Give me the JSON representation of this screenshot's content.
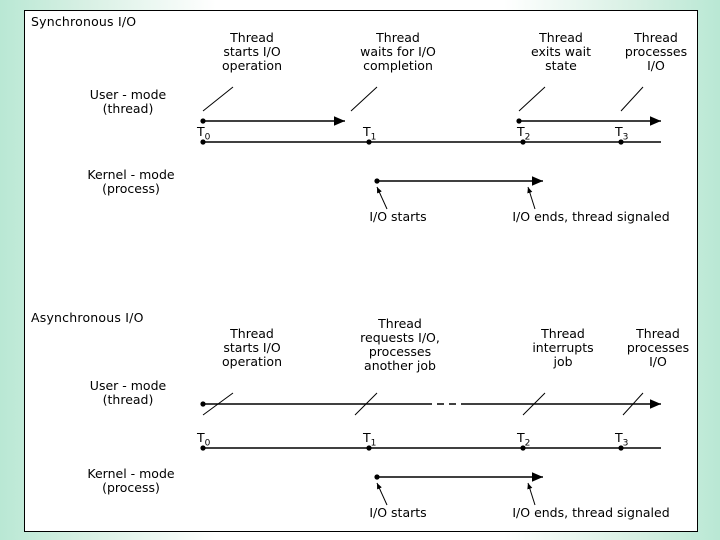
{
  "slide": {
    "sections": [
      {
        "id": "sync",
        "title": "Synchronous I/O",
        "user_mode_label": "User - mode\n(thread)",
        "kernel_mode_label": "Kernel - mode\n(process)",
        "annotations": [
          "Thread\nstarts I/O\noperation",
          "Thread\nwaits for I/O\ncompletion",
          "Thread\nexits wait\nstate",
          "Thread\nprocesses\nI/O"
        ],
        "time_marks": [
          "T",
          "T",
          "T",
          "T"
        ],
        "time_subs": [
          "0",
          "1",
          "2",
          "3"
        ],
        "kernel_notes": [
          "I/O starts",
          "I/O ends, thread signaled"
        ]
      },
      {
        "id": "async",
        "title": "Asynchronous I/O",
        "user_mode_label": "User - mode\n(thread)",
        "kernel_mode_label": "Kernel - mode\n(process)",
        "annotations": [
          "Thread\nstarts I/O\noperation",
          "Thread\nrequests I/O,\nprocesses\nanother job",
          "Thread\ninterrupts\njob",
          "Thread\nprocesses\nI/O"
        ],
        "time_marks": [
          "T",
          "T",
          "T",
          "T"
        ],
        "time_subs": [
          "0",
          "1",
          "2",
          "3"
        ],
        "kernel_notes": [
          "I/O starts",
          "I/O ends, thread signaled"
        ]
      }
    ]
  },
  "colors": {
    "background_edge": "#b9e8d4",
    "slide_background": "#ffffff",
    "ink": "#000000"
  }
}
